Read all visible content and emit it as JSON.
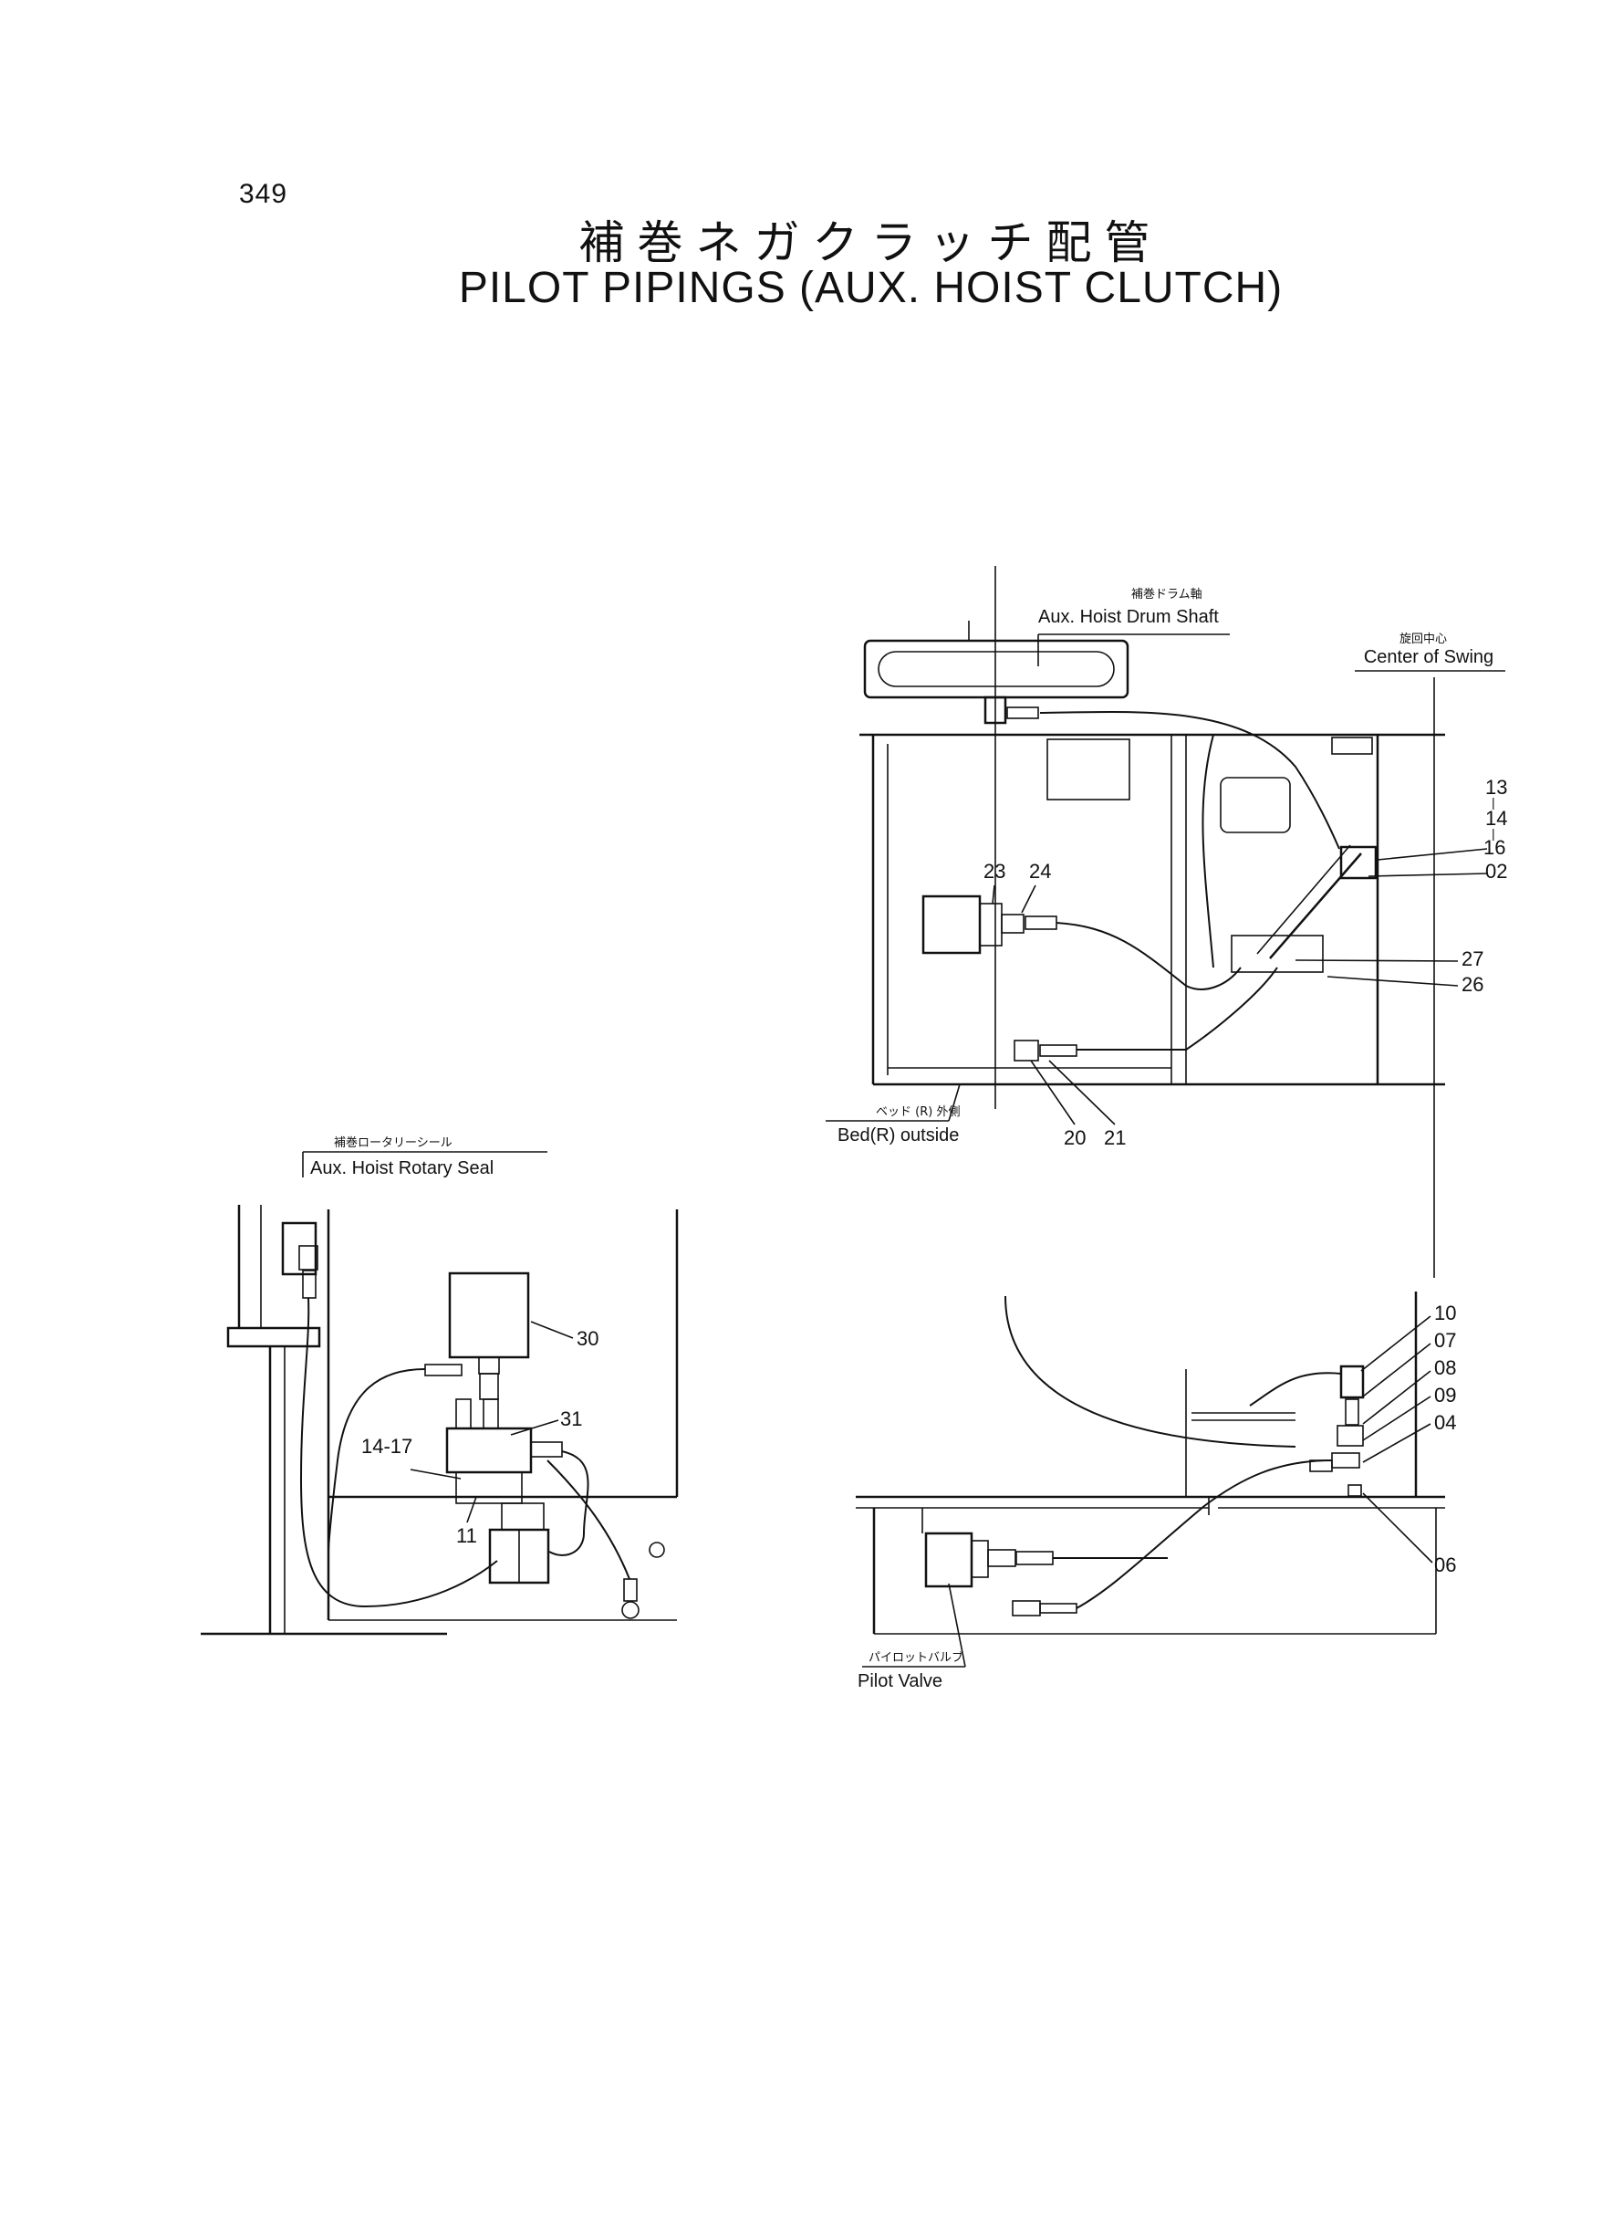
{
  "page_number": "349",
  "title_jp": "補巻ネガクラッチ配管",
  "title_en": "PILOT PIPINGS (AUX. HOIST CLUTCH)",
  "top_view": {
    "drum_shaft_jp": "補巻ドラム軸",
    "drum_shaft_en": "Aux. Hoist Drum Shaft",
    "center_jp": "旋回中心",
    "center_en": "Center of Swing",
    "bed_jp": "ベッド (R) 外側",
    "bed_en": "Bed(R) outside",
    "callouts": {
      "c13": "13",
      "c13_dash": "|",
      "c14": "14",
      "c14_dash": "|",
      "c16": "16",
      "c02": "02",
      "c27": "27",
      "c26": "26",
      "c23": "23",
      "c24": "24",
      "c20": "20",
      "c21": "21"
    }
  },
  "left_view": {
    "rotary_jp": "補巻ロータリーシール",
    "rotary_en": "Aux. Hoist Rotary Seal",
    "callouts": {
      "c30": "30",
      "c31": "31",
      "c14_17": "14-17",
      "c11": "11"
    }
  },
  "bottom_view": {
    "pilot_jp": "パイロットバルブ",
    "pilot_en": "Pilot Valve",
    "callouts": {
      "c10": "10",
      "c07": "07",
      "c08": "08",
      "c09": "09",
      "c04": "04",
      "c06": "06"
    }
  }
}
